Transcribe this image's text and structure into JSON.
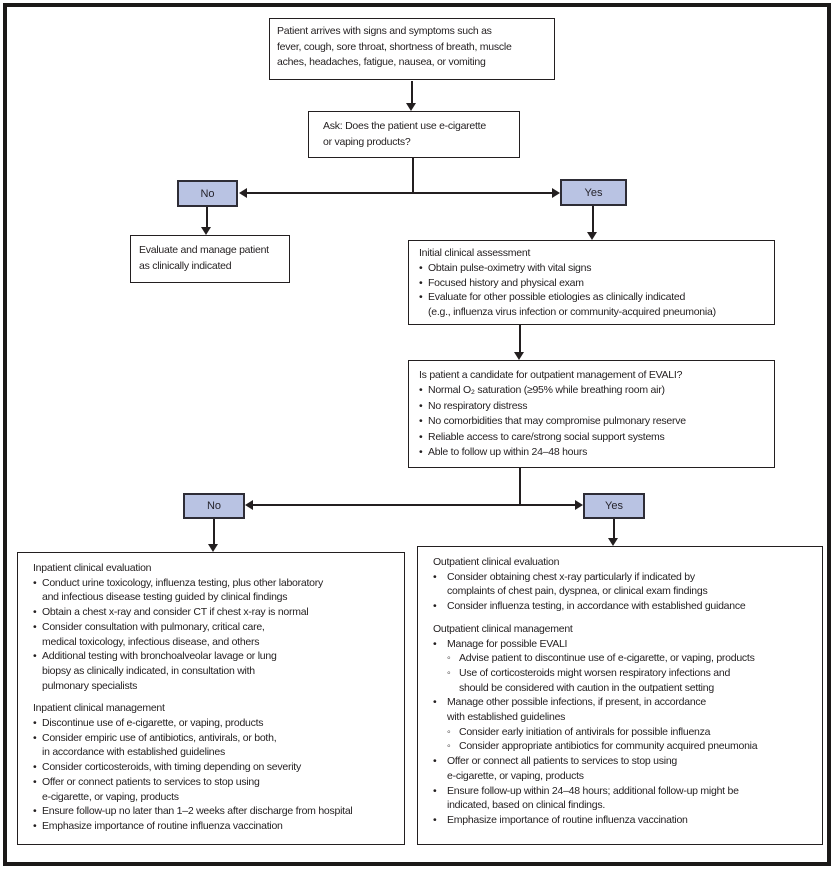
{
  "diagram": {
    "glyphs": {
      "bullet": "•",
      "sub_bullet": "◦"
    },
    "colors": {
      "decision_fill": "#b9c3e3",
      "line": "#231f20",
      "border": "#1b1918"
    },
    "start": {
      "text": "Patient arrives with signs and symptoms such as\nfever, cough, sore throat, shortness of breath, muscle\naches, headaches, fatigue, nausea, or vomiting"
    },
    "ask": {
      "text": "Ask: Does the patient use e-cigarette\nor vaping products?"
    },
    "branch1": {
      "no": "No",
      "yes": "Yes"
    },
    "evaluate": {
      "text": "Evaluate and manage patient\nas clinically indicated"
    },
    "initial": {
      "title": "Initial clinical assessment",
      "bullets": [
        "Obtain pulse-oximetry with vital signs",
        "Focused history and physical exam",
        "Evaluate for other possible etiologies as clinically indicated\n(e.g., influenza virus infection or community-acquired pneumonia)"
      ]
    },
    "candidate": {
      "title": "Is patient a candidate for outpatient management of EVALI?",
      "bullets": [
        "Normal O₂ saturation (≥95% while breathing room air)",
        "No respiratory distress",
        "No comorbidities that may compromise pulmonary reserve",
        "Reliable access to care/strong social support systems",
        "Able to follow up within 24–48 hours"
      ]
    },
    "branch2": {
      "no": "No",
      "yes": "Yes"
    },
    "inpatient": {
      "eval_title": "Inpatient clinical evaluation",
      "eval_bullets": [
        "Conduct urine toxicology, influenza testing, plus other laboratory\nand infectious disease testing guided by clinical findings",
        "Obtain a chest x-ray and consider CT if chest x-ray is normal",
        "Consider consultation with pulmonary, critical care,\nmedical toxicology, infectious disease, and others",
        "Additional testing with bronchoalveolar lavage or lung\nbiopsy as clinically indicated, in consultation with\npulmonary specialists"
      ],
      "mgmt_title": "Inpatient clinical management",
      "mgmt_bullets": [
        "Discontinue use of e-cigarette, or vaping, products",
        "Consider empiric use of antibiotics, antivirals, or both,\nin accordance with established guidelines",
        "Consider corticosteroids, with timing depending on severity",
        "Offer or connect patients to services to stop using\ne-cigarette, or vaping, products",
        "Ensure follow-up no later than 1–2 weeks after discharge from hospital",
        "Emphasize importance of routine influenza vaccination"
      ]
    },
    "outpatient": {
      "eval_title": "Outpatient clinical evaluation",
      "eval_bullets": [
        "Consider obtaining chest x-ray particularly if indicated by\ncomplaints of chest pain, dyspnea, or clinical exam findings",
        "Consider influenza testing, in accordance with established guidance"
      ],
      "mgmt_title": "Outpatient clinical management",
      "mgmt_items": [
        {
          "text": "Manage for possible EVALI",
          "subs": [
            "Advise patient to discontinue use of e-cigarette, or vaping, products",
            "Use of corticosteroids might worsen respiratory infections and\nshould be considered with caution in the outpatient setting"
          ]
        },
        {
          "text": "Manage other possible infections, if present, in accordance\nwith established guidelines",
          "subs": [
            "Consider early initiation of antivirals for possible influenza",
            "Consider appropriate antibiotics for community acquired pneumonia"
          ]
        },
        {
          "text": "Offer or connect all patients to services to stop using\ne-cigarette, or vaping, products",
          "subs": []
        },
        {
          "text": "Ensure follow-up within 24–48 hours; additional follow-up might be\nindicated, based on clinical findings.",
          "subs": []
        },
        {
          "text": "Emphasize importance of routine influenza vaccination",
          "subs": []
        }
      ]
    }
  }
}
